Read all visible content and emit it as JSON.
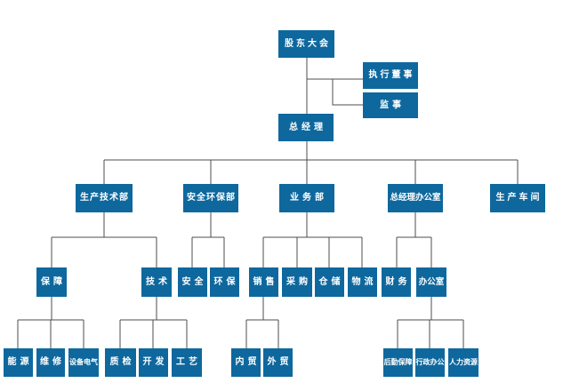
{
  "figure_type": "organization-chart",
  "colors": {
    "node_fill": "#0e689e",
    "node_text": "#ffffff",
    "connector_line": "#4d4d4d",
    "background": "#ffffff"
  },
  "nodes": {
    "shareholders": "股东大会",
    "exec_director": "执行董事",
    "supervisor": "监事",
    "gm": "总经理",
    "prod_tech": "生产技术部",
    "safety_env": "安全环保部",
    "business": "业务部",
    "gm_office": "总经理办公室",
    "workshop": "生产车间",
    "support": "保障",
    "tech": "技术",
    "safety": "安全",
    "env": "环保",
    "sales": "销售",
    "purchasing": "采购",
    "warehouse": "仓储",
    "logistics": "物流",
    "finance": "财务",
    "office": "办公室",
    "energy": "能源",
    "maintenance": "维修",
    "equipment": "设备电气",
    "qc": "质检",
    "development": "开发",
    "process": "工艺",
    "domestic_trade": "内贸",
    "foreign_trade": "外贸",
    "logistics_support": "后勤保障",
    "admin_office": "行政办公",
    "hr": "人力资源"
  },
  "edges": [
    [
      "shareholders",
      "exec_director"
    ],
    [
      "shareholders",
      "supervisor"
    ],
    [
      "shareholders",
      "gm"
    ],
    [
      "gm",
      "prod_tech"
    ],
    [
      "gm",
      "safety_env"
    ],
    [
      "gm",
      "business"
    ],
    [
      "gm",
      "gm_office"
    ],
    [
      "gm",
      "workshop"
    ],
    [
      "prod_tech",
      "support"
    ],
    [
      "prod_tech",
      "tech"
    ],
    [
      "safety_env",
      "safety"
    ],
    [
      "safety_env",
      "env"
    ],
    [
      "business",
      "sales"
    ],
    [
      "business",
      "purchasing"
    ],
    [
      "business",
      "warehouse"
    ],
    [
      "business",
      "logistics"
    ],
    [
      "gm_office",
      "finance"
    ],
    [
      "gm_office",
      "office"
    ],
    [
      "support",
      "energy"
    ],
    [
      "support",
      "maintenance"
    ],
    [
      "support",
      "equipment"
    ],
    [
      "tech",
      "qc"
    ],
    [
      "tech",
      "development"
    ],
    [
      "tech",
      "process"
    ],
    [
      "sales",
      "domestic_trade"
    ],
    [
      "sales",
      "foreign_trade"
    ],
    [
      "office",
      "logistics_support"
    ],
    [
      "office",
      "admin_office"
    ],
    [
      "office",
      "hr"
    ]
  ]
}
